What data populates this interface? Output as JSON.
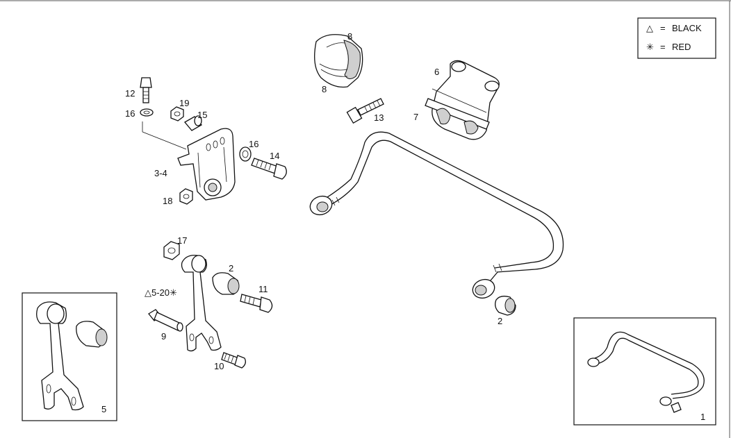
{
  "legend": {
    "black_symbol": "△",
    "black_eq": "=",
    "black_label": "BLACK",
    "red_symbol": "✳",
    "red_eq": "=",
    "red_label": "RED"
  },
  "callouts": {
    "p1": "1",
    "p2a": "2",
    "p2b": "2",
    "p3_4": "3-4",
    "p5": "5",
    "p5_20": "△5-20✳",
    "p6": "6",
    "p7": "7",
    "p8a": "8",
    "p8b": "8",
    "p9": "9",
    "p10": "10",
    "p11": "11",
    "p12": "12",
    "p13": "13",
    "p14": "14",
    "p15": "15",
    "p16a": "16",
    "p16b": "16",
    "p17": "17",
    "p18": "18",
    "p19": "19"
  }
}
